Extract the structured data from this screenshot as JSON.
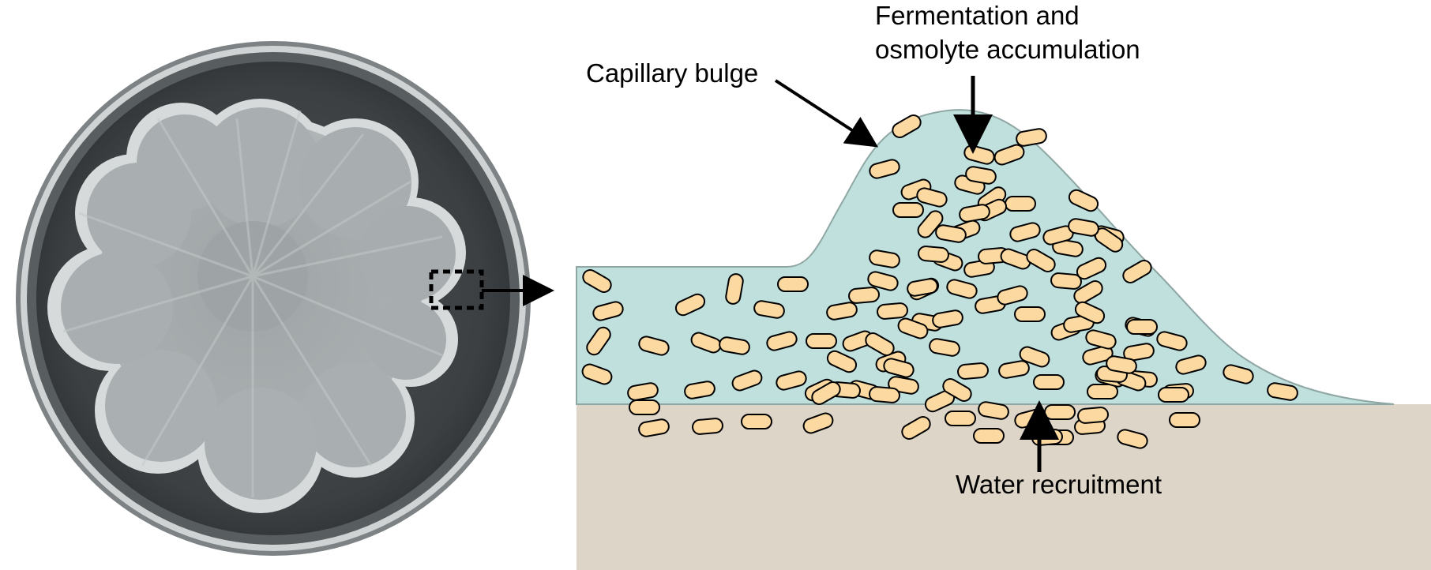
{
  "labels": {
    "fermentation_line1": "Fermentation and",
    "fermentation_line2": "osmolyte accumulation",
    "capillary_bulge": "Capillary bulge",
    "water_recruitment": "Water recruitment"
  },
  "colors": {
    "liquid": "#bfe0dc",
    "liquid_outline": "#8fa7a4",
    "substrate": "#ddd5c7",
    "cell_fill": "#fcd9a0",
    "cell_outline": "#000000",
    "plate_background": "#3c4042",
    "colony": "#b6bcbc",
    "colony_edge": "#d4d8d8"
  },
  "icons": {
    "petri_dish": "petri-dish-photo",
    "inset_marker": "dashed-rectangle",
    "arrow": "arrow-right"
  }
}
